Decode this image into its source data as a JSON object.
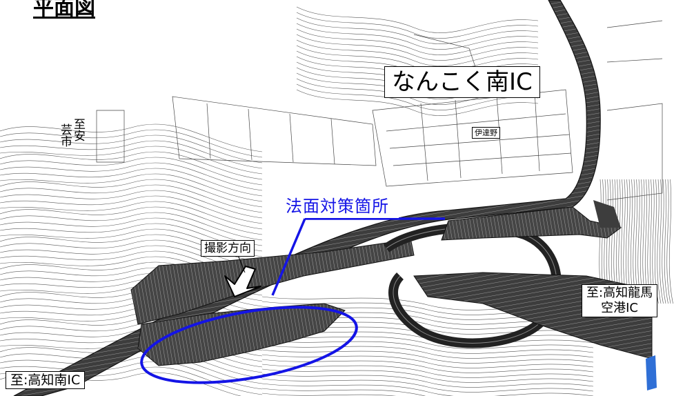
{
  "title": "平面図",
  "interchange_label": "なんこく南IC",
  "slope_measure_label": "法面対策箇所",
  "shooting_direction_label": "撮影方向",
  "destination_right": {
    "line1": "至:高知龍馬",
    "line2": "空港IC"
  },
  "destination_left": "至:高知南IC",
  "destination_upper_left": {
    "col1": "至安",
    "col2": "芸市"
  },
  "village_label": "伊達野",
  "colors": {
    "road_fill": "#4a4a4a",
    "highlight": "#1414e6",
    "contour": "#555555",
    "water": "#2f6fd6"
  },
  "icons": {
    "direction_arrow": "arrow-down-left-icon"
  }
}
